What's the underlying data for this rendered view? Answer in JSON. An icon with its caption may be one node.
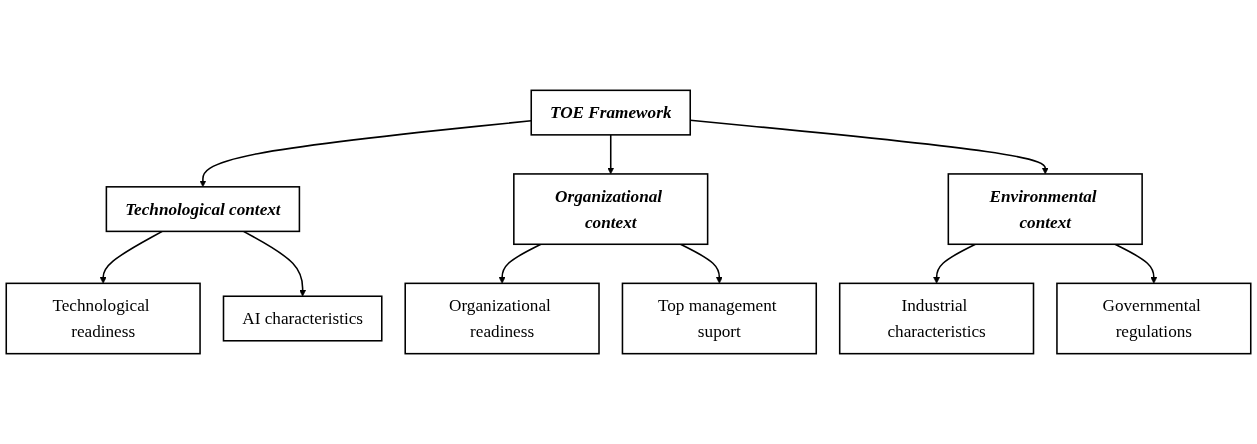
{
  "diagram": {
    "nodes": [
      {
        "text": [
          "TOE Framework"
        ]
      },
      {
        "text": [
          "Technological context"
        ]
      },
      {
        "text": [
          "Organizational context"
        ]
      },
      {
        "text": [
          "Environmental context"
        ]
      },
      {
        "text": [
          "Technological readiness"
        ]
      },
      {
        "text": [
          "AI characteristics"
        ]
      },
      {
        "text": [
          "Organizational readiness"
        ]
      },
      {
        "text": [
          "Top management suport"
        ]
      },
      {
        "text": [
          "Industrial characteristics"
        ]
      },
      {
        "text": [
          "Governmental regulations"
        ]
      }
    ],
    "edges": [
      {
        "from": 0,
        "to": 1,
        "arrow": "to"
      },
      {
        "from": 0,
        "to": 2,
        "arrow": "to"
      },
      {
        "from": 0,
        "to": 3,
        "arrow": "to"
      },
      {
        "from": 1,
        "to": 4,
        "arrow": "to"
      },
      {
        "from": 1,
        "to": 5,
        "arrow": "to"
      },
      {
        "from": 2,
        "to": 6,
        "arrow": "to"
      },
      {
        "from": 2,
        "to": 7,
        "arrow": "to"
      },
      {
        "from": 3,
        "to": 8,
        "arrow": "to"
      },
      {
        "from": 3,
        "to": 9,
        "arrow": "to"
      }
    ]
  }
}
